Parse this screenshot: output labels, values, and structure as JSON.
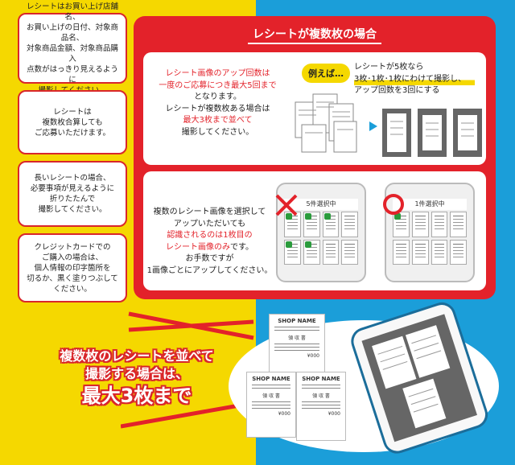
{
  "notes": [
    "レシートはお買い上げ店舗名、\nお買い上げの日付、対象商品名、\n対象商品金額、対象商品購入\n点数がはっきり見えるように\n撮影してください。",
    "レシートは\n複数枚合算しても\nご応募いただけます。",
    "長いレシートの場合、\n必要事項が見えるように\n折りたたんで\n撮影してください。",
    "クレジットカードでの\nご購入の場合は、\n個人情報の印字箇所を\n切るか、黒く塗りつぶして\nください。"
  ],
  "panel": {
    "title": "レシートが複数枚の場合",
    "card1": {
      "line1_red": "レシート画像のアップ回数は",
      "line2_red": "一度のご応募につき最大5回まで",
      "line3": "となります。",
      "line4": "レシートが複数枚ある場合は",
      "line5_red": "最大3枚まで並べて",
      "line6": "撮影してください。",
      "example_label": "例えば…",
      "right_line1": "レシートが5枚なら",
      "right_line2": "3枚･1枚･1枚にわけて撮影し、",
      "right_line3": "アップ回数を3回にする"
    },
    "card2": {
      "line1": "複数のレシート画像を選択して",
      "line2": "アップいただいても",
      "line3_red": "認識されるのは1枚目の",
      "line4_red": "レシート画像のみ",
      "line4_suffix": "です。",
      "line5": "お手数ですが",
      "line6": "1画像ごとにアップしてください。",
      "phone_bad_label": "5件選択中",
      "phone_good_label": "1件選択中"
    }
  },
  "receipt": {
    "shop_name": "SHOP NAME",
    "receipt_label": "領 収 書",
    "price": "¥000"
  },
  "slogan": {
    "line1": "複数枚のレシートを並べて",
    "line2": "撮影する場合は、",
    "line3": "最大3枚まで"
  }
}
